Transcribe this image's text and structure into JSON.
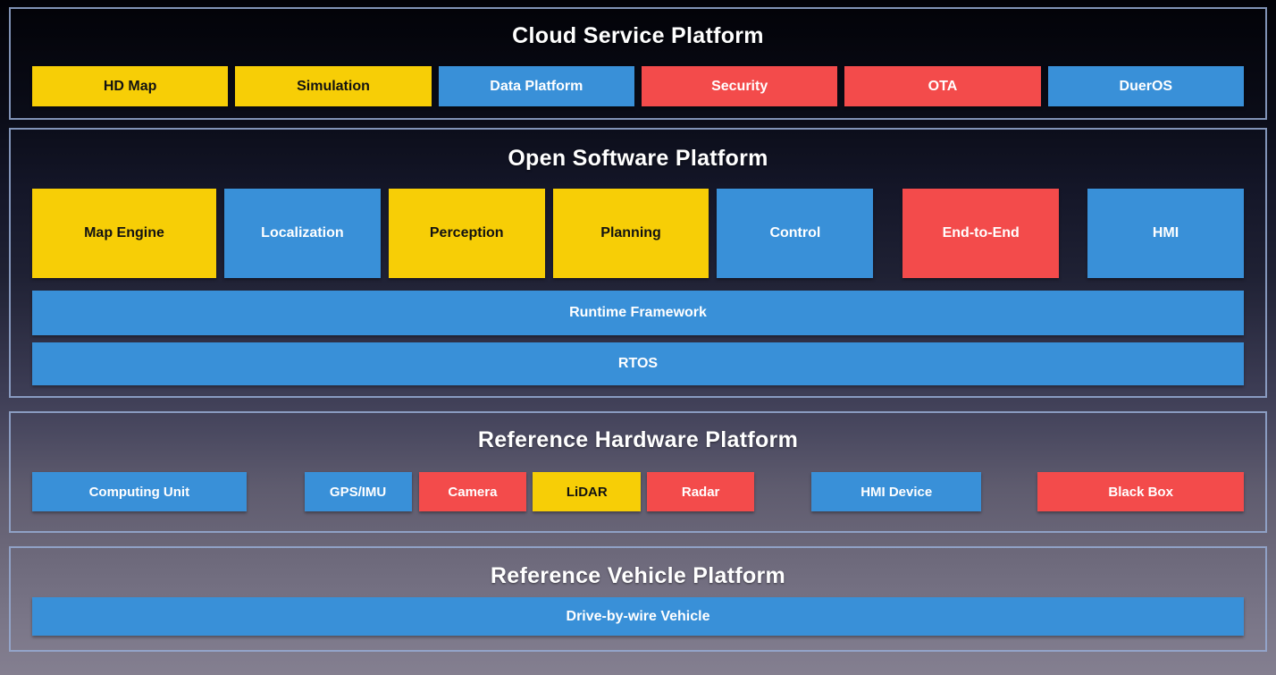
{
  "palette": {
    "yellow": "#F7CE06",
    "blue": "#3990D8",
    "red": "#F34B4B",
    "section_border": "#96ACD4",
    "title_text": "#FFFFFF",
    "background_top": "#020207",
    "background_bottom": "#847F90"
  },
  "sections": {
    "cloud": {
      "title": "Cloud Service Platform",
      "boxes": [
        {
          "label": "HD Map",
          "color": "yellow"
        },
        {
          "label": "Simulation",
          "color": "yellow"
        },
        {
          "label": "Data Platform",
          "color": "blue"
        },
        {
          "label": "Security",
          "color": "red"
        },
        {
          "label": "OTA",
          "color": "red"
        },
        {
          "label": "DuerOS",
          "color": "blue"
        }
      ]
    },
    "software": {
      "title": "Open Software Platform",
      "modules": [
        {
          "label": "Map Engine",
          "color": "yellow"
        },
        {
          "label": "Localization",
          "color": "blue"
        },
        {
          "label": "Perception",
          "color": "yellow"
        },
        {
          "label": "Planning",
          "color": "yellow"
        },
        {
          "label": "Control",
          "color": "blue"
        },
        {
          "label": "End-to-End",
          "color": "red"
        },
        {
          "label": "HMI",
          "color": "blue"
        }
      ],
      "bars": [
        {
          "label": "Runtime Framework",
          "color": "blue"
        },
        {
          "label": "RTOS",
          "color": "blue"
        }
      ]
    },
    "hardware": {
      "title": "Reference Hardware Platform",
      "boxes": [
        {
          "label": "Computing Unit",
          "color": "blue"
        },
        {
          "label": "GPS/IMU",
          "color": "blue"
        },
        {
          "label": "Camera",
          "color": "red"
        },
        {
          "label": "LiDAR",
          "color": "yellow"
        },
        {
          "label": "Radar",
          "color": "red"
        },
        {
          "label": "HMI Device",
          "color": "blue"
        },
        {
          "label": "Black Box",
          "color": "red"
        }
      ]
    },
    "vehicle": {
      "title": "Reference Vehicle Platform",
      "bars": [
        {
          "label": "Drive-by-wire Vehicle",
          "color": "blue"
        }
      ]
    }
  }
}
